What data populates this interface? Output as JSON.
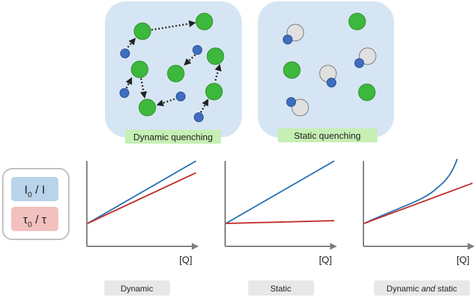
{
  "panels": {
    "dynamic_label": "Dynamic quenching",
    "static_label": "Static quenching"
  },
  "legend": {
    "intensity_main": "I",
    "intensity_sub": "0",
    "intensity_rest": " / I",
    "lifetime_main": "τ",
    "lifetime_sub": "0",
    "lifetime_rest": " / τ"
  },
  "plots": {
    "axis_label": "[Q]",
    "captions": {
      "dynamic": "Dynamic",
      "static": "Static",
      "both_prefix": "Dynamic ",
      "both_emph": "and",
      "both_suffix": " static"
    }
  },
  "colors": {
    "panel_bg": "#d6e5f3",
    "label_bg": "#c6efb4",
    "fluorophore": "#3cb83c",
    "quencher": "#3f6dbf",
    "complex": "#e0e0e0",
    "intensity_line": "#2e75b6",
    "lifetime_line": "#c0302b",
    "intensity_box": "#b9d3ea",
    "lifetime_box": "#f2c1bf",
    "caption_bg": "#e8e8e8"
  }
}
